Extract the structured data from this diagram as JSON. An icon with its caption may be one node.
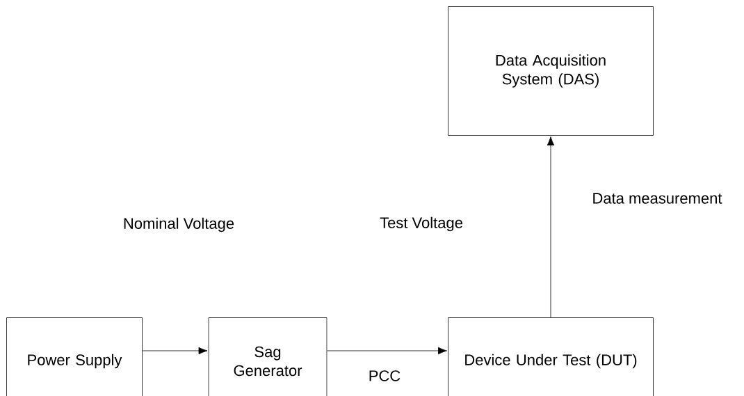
{
  "diagram": {
    "nodes": [
      {
        "text": [
          "Power Supply"
        ]
      },
      {
        "text": [
          "Sag Generator"
        ]
      },
      {
        "text": [
          "Device Under Test (DUT)"
        ]
      },
      {
        "text": [
          "Data Acquisition System (DAS)"
        ]
      }
    ],
    "edges": [
      {
        "from": 0,
        "to": 1,
        "arrow": "to"
      },
      {
        "from": 1,
        "to": 2,
        "arrow": "to",
        "label": "PCC"
      },
      {
        "from": 2,
        "to": 3,
        "arrow": "to",
        "label": "Data measurement"
      }
    ],
    "labels": [
      "Nominal Voltage",
      "Test Voltage"
    ]
  }
}
